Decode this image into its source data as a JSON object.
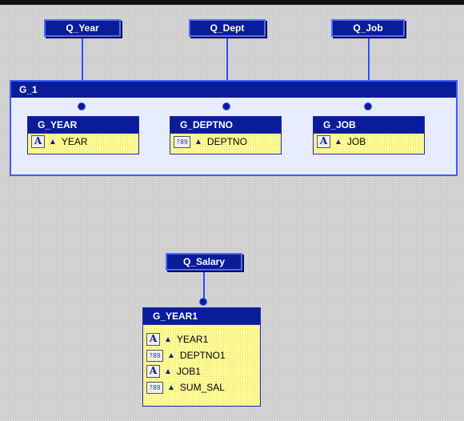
{
  "queries": {
    "q_year": "Q_Year",
    "q_dept": "Q_Dept",
    "q_job": "Q_Job",
    "q_salary": "Q_Salary"
  },
  "frame": {
    "title": "G_1"
  },
  "groups": {
    "g_year": {
      "title": "G_YEAR",
      "columns": [
        {
          "name": "YEAR",
          "type": "char-icon",
          "glyph": "A"
        }
      ]
    },
    "g_deptno": {
      "title": "G_DEPTNO",
      "columns": [
        {
          "name": "DEPTNO",
          "type": "number-icon",
          "glyph": "?89"
        }
      ]
    },
    "g_job": {
      "title": "G_JOB",
      "columns": [
        {
          "name": "JOB",
          "type": "char-icon",
          "glyph": "A"
        }
      ]
    },
    "g_year1": {
      "title": "G_YEAR1",
      "columns": [
        {
          "name": "YEAR1",
          "type": "char-icon",
          "glyph": "A"
        },
        {
          "name": "DEPTNO1",
          "type": "number-icon",
          "glyph": "?89"
        },
        {
          "name": "JOB1",
          "type": "char-icon",
          "glyph": "A"
        },
        {
          "name": "SUM_SAL",
          "type": "number-icon",
          "glyph": "?89"
        }
      ]
    }
  },
  "icons": {
    "break_order_arrow": "▲",
    "link_dot": "link-dot-icon"
  },
  "colors": {
    "accent": "#0a1c9a",
    "group_body": "#fffb98",
    "canvas": "#d4d4d4"
  }
}
